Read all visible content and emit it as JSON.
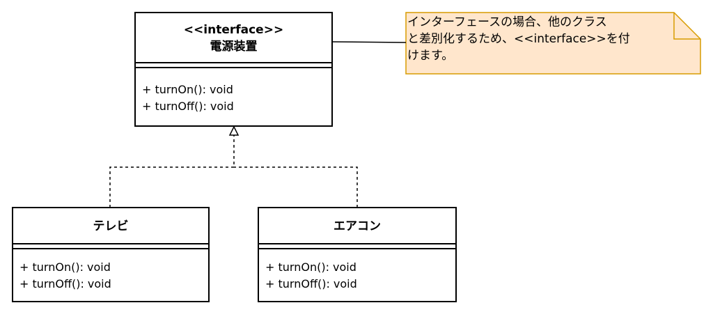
{
  "interface_class": {
    "stereotype": "<<interface>>",
    "name": "電源装置",
    "operations": [
      "+ turnOn(): void",
      "+ turnOff(): void"
    ]
  },
  "classes": [
    {
      "name": "テレビ",
      "operations": [
        "+ turnOn(): void",
        "+ turnOff(): void"
      ]
    },
    {
      "name": "エアコン",
      "operations": [
        "+ turnOn(): void",
        "+ turnOff(): void"
      ]
    }
  ],
  "note": {
    "lines": [
      "インターフェースの場合、他のクラス",
      "と差別化するため、<<interface>>を付",
      "けます。"
    ]
  },
  "colors": {
    "note_fill": "#ffe6cc",
    "note_border": "#d79b00",
    "line": "#000000"
  }
}
